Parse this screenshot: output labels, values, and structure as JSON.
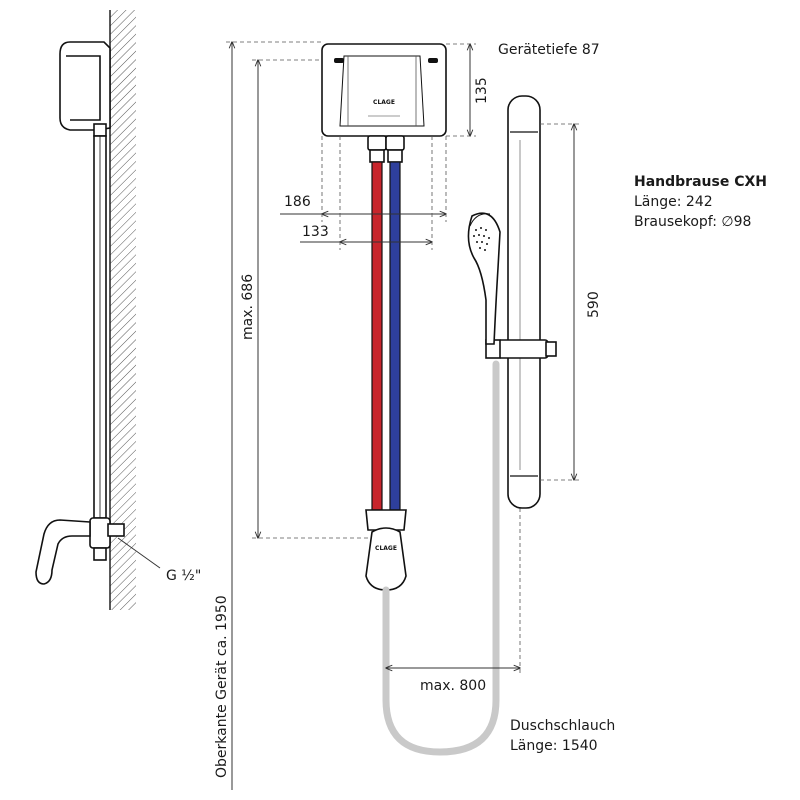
{
  "labels": {
    "device_depth": "Gerätetiefe 87",
    "height_135": "135",
    "width_186": "186",
    "width_133": "133",
    "max_686": "max. 686",
    "rail_590": "590",
    "max_800": "max. 800",
    "g_half": "G ½\"",
    "top_edge": "Oberkante Gerät ca. 1950",
    "handshower_title": "Handbrause CXH",
    "handshower_length": "Länge: 242",
    "handshower_head": "Brausekopf: ∅98",
    "hose_title": "Duschschlauch",
    "hose_length": "Länge: 1540",
    "brand_logo": "CLAGE",
    "brand_logo_valve": "CLAGE"
  },
  "colors": {
    "hot_pipe": "#c8252c",
    "cold_pipe": "#2e3f9c",
    "hose": "#c9c9c9",
    "wall_hatch": "#555555"
  }
}
